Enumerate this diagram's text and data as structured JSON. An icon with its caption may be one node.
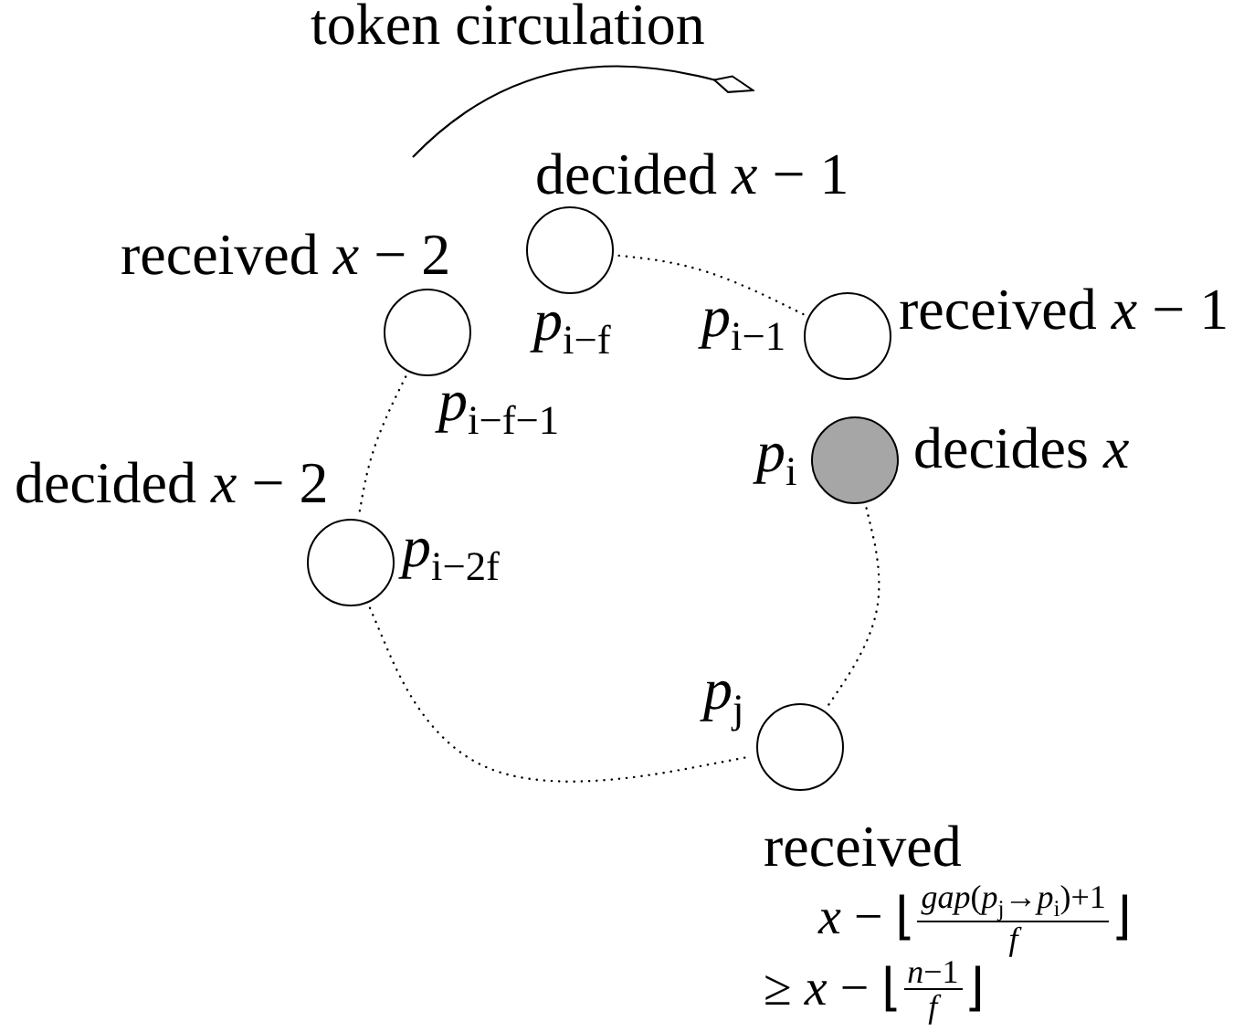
{
  "diagram": {
    "nodes": [
      {
        "text": [
          "decided *x* − 1",
          "*p*$_{i−f}$"
        ]
      },
      {
        "text": [
          "received *x* − 2",
          "*p*$_{i−f−1}$"
        ]
      },
      {
        "text": [
          "received *x* − 1",
          "*p*$_{i−1}$"
        ]
      },
      {
        "text": [
          "*p*$_{i}$",
          "decides *x*"
        ]
      },
      {
        "text": [
          "decided *x* − 2",
          "*p*$_{i−2f}$"
        ]
      },
      {
        "text": [
          "*p*$_{j}$",
          "received"
        ],
        "beside": [
          "*x* − ⌊",
          "*gap*(*p*$_{j}$→*p*$_{i}$)+1",
          "*f*",
          "⌋",
          "≥ *x* − ⌊",
          "*n*−1",
          "*f*",
          "⌋"
        ]
      }
    ],
    "edges": [
      {
        "from": 0,
        "to": 2,
        "arrow": "none",
        "style": "dashed"
      },
      {
        "from": 1,
        "to": 4,
        "arrow": "none",
        "style": "dashed"
      },
      {
        "from": 4,
        "to": 5,
        "arrow": "none",
        "style": "dashed"
      },
      {
        "from": 3,
        "to": 5,
        "arrow": "none",
        "style": "dashed"
      }
    ],
    "labels": [
      "token circulation"
    ]
  }
}
